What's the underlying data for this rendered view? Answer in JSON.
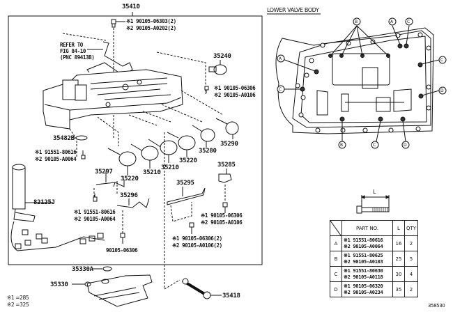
{
  "diagram": {
    "main_part": "35410",
    "top_bolt": [
      "※1 90105-06303(2)",
      "※2 90105-A0202(2)"
    ],
    "refer_note": [
      "REFER TO",
      "FIG 84-10",
      "(PNC 89413B)"
    ],
    "parts": {
      "p35240": "35240",
      "p35240_bolt": [
        "※1 90105-06306",
        "※2 90105-A0106"
      ],
      "p35290": "35290",
      "p35280": "35280",
      "p35220a": "35220",
      "p35210a": "35210",
      "p35210b": "35210",
      "p35220b": "35220",
      "p35482b": "35482B",
      "p35482b_bolt": [
        "※1 91551-80616",
        "※2 90105-A0064"
      ],
      "p35297": "35297",
      "p35296": "35296",
      "p35296_bolt": [
        "※1 91551-80616",
        "※2 90105-A0064"
      ],
      "p35296_bolt2": "90105-06306",
      "p82125j": "82125J",
      "p35295": "35295",
      "p35285": "35285",
      "p35285_bolt": [
        "※1 90105-06306",
        "※2 90105-A0106"
      ],
      "p35295_bolt": [
        "※1 90105-06306(2)",
        "※2 90105-A0106(2)"
      ],
      "p35330a": "35330A",
      "p35330": "35330",
      "p35418": "35418"
    },
    "footnotes": [
      "※1 =285",
      "※2 =325"
    ],
    "lower_valve_body": {
      "title": "LOWER VALVE BODY",
      "callouts": [
        "A",
        "B",
        "A",
        "C",
        "C",
        "C",
        "D",
        "B",
        "C",
        "D"
      ]
    },
    "bolt_dimension_label": "L",
    "figure_id": "358530"
  },
  "table": {
    "headers": [
      "PART NO.",
      "L",
      "QTY"
    ],
    "rows": [
      {
        "key": "A",
        "parts": [
          "※1 91551-80616",
          "※2 90105-A0064"
        ],
        "L": "16",
        "qty": "2"
      },
      {
        "key": "B",
        "parts": [
          "※1 91551-80625",
          "※2 90105-A0103"
        ],
        "L": "25",
        "qty": "5"
      },
      {
        "key": "C",
        "parts": [
          "※1 91551-80630",
          "※2 90105-A0118"
        ],
        "L": "30",
        "qty": "4"
      },
      {
        "key": "D",
        "parts": [
          "※1 90105-06320",
          "※2 90105-A0234"
        ],
        "L": "35",
        "qty": "2"
      }
    ]
  }
}
